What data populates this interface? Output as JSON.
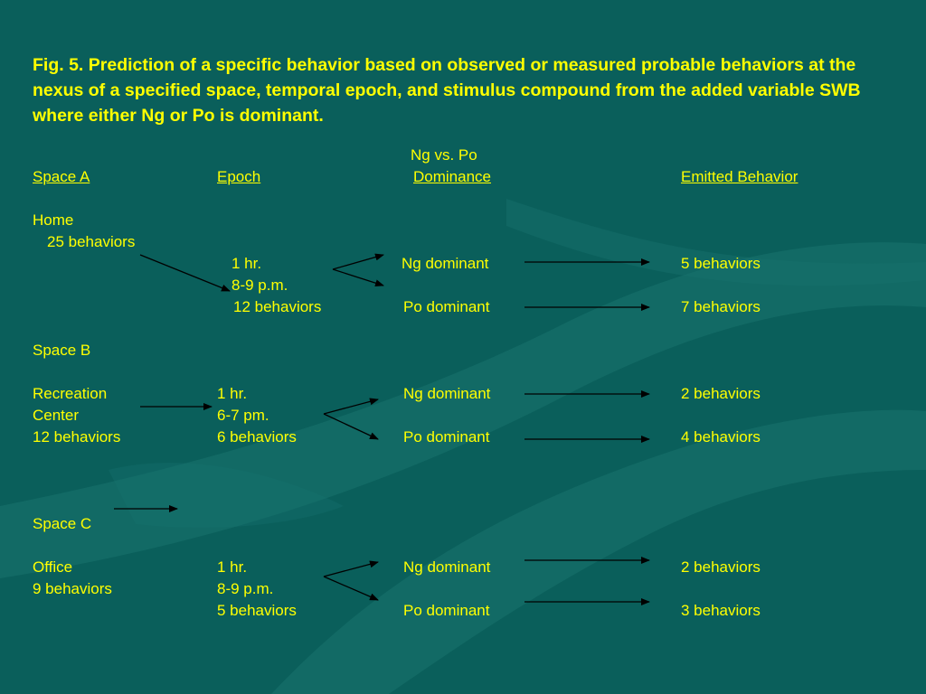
{
  "title": "Fig. 5.  Prediction of a specific behavior based on observed or measured probable behaviors at the nexus of a specified space, temporal epoch, and stimulus compound from the added variable SWB where either Ng or Po is dominant.",
  "headers": {
    "ng_vs_po": "Ng vs. Po",
    "space": "Space A",
    "epoch": "Epoch",
    "dominance": "Dominance",
    "emitted": "Emitted Behavior"
  },
  "home": {
    "space_name": "Home",
    "space_behaviors": "25 behaviors",
    "epoch_duration": "1 hr.",
    "epoch_time": "8-9 p.m.",
    "epoch_behaviors": "12 behaviors",
    "ng_label": "Ng dominant",
    "po_label": "Po dominant",
    "ng_result": "5 behaviors",
    "po_result": "7 behaviors"
  },
  "space_b": {
    "header": "Space B",
    "space_line1": "Recreation",
    "space_line2": "Center",
    "space_behaviors": "12 behaviors",
    "epoch_duration": "1 hr.",
    "epoch_time": "6-7 pm.",
    "epoch_behaviors": "6 behaviors",
    "ng_label": "Ng  dominant",
    "po_label": "Po dominant",
    "ng_result": "2 behaviors",
    "po_result": "4 behaviors"
  },
  "space_c": {
    "header": "Space C",
    "space_name": "Office",
    "space_behaviors": "9 behaviors",
    "epoch_duration": "1 hr.",
    "epoch_time": "8-9 p.m.",
    "epoch_behaviors": "5 behaviors",
    "ng_label": "Ng dominant",
    "po_label": "Po dominant",
    "ng_result": "2 behaviors",
    "po_result": "3 behaviors"
  },
  "colors": {
    "background": "#0a5f5b",
    "text": "#ffff00",
    "arrow": "#000000"
  }
}
